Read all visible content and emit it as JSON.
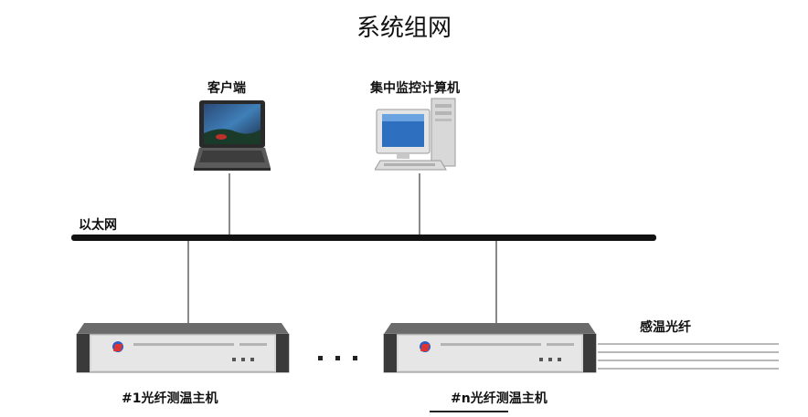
{
  "diagram": {
    "title": "系统组网",
    "client_label": "客户端",
    "server_label": "集中监控计算机",
    "network_label": "以太网",
    "fiber_label": "感温光纤",
    "host1_label": "#1光纤测温主机",
    "hostn_label": "#n光纤测温主机",
    "ellipsis": "···"
  },
  "icons": [
    "laptop-icon",
    "desktop-computer-icon",
    "rack-device-icon"
  ]
}
